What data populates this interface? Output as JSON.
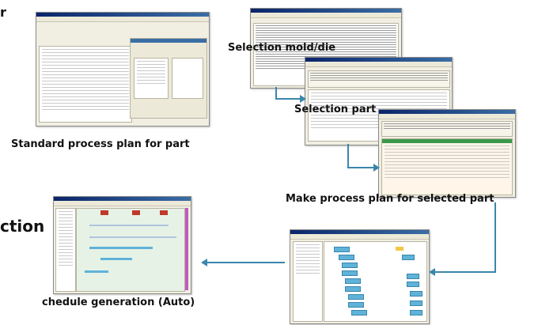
{
  "captions": {
    "corner_letter": "r",
    "standard_plan": "Standard process plan for part",
    "selection_mold": "Selection mold/die",
    "selection_part": "Selection part",
    "make_plan": "Make process plan for selected part",
    "section_partial": "ction",
    "schedule": "chedule generation (Auto)"
  },
  "colors": {
    "arrow": "#3a86ad",
    "window_title": "#0a246a",
    "window_body": "#f1efe2",
    "caption_text": "#111111"
  }
}
